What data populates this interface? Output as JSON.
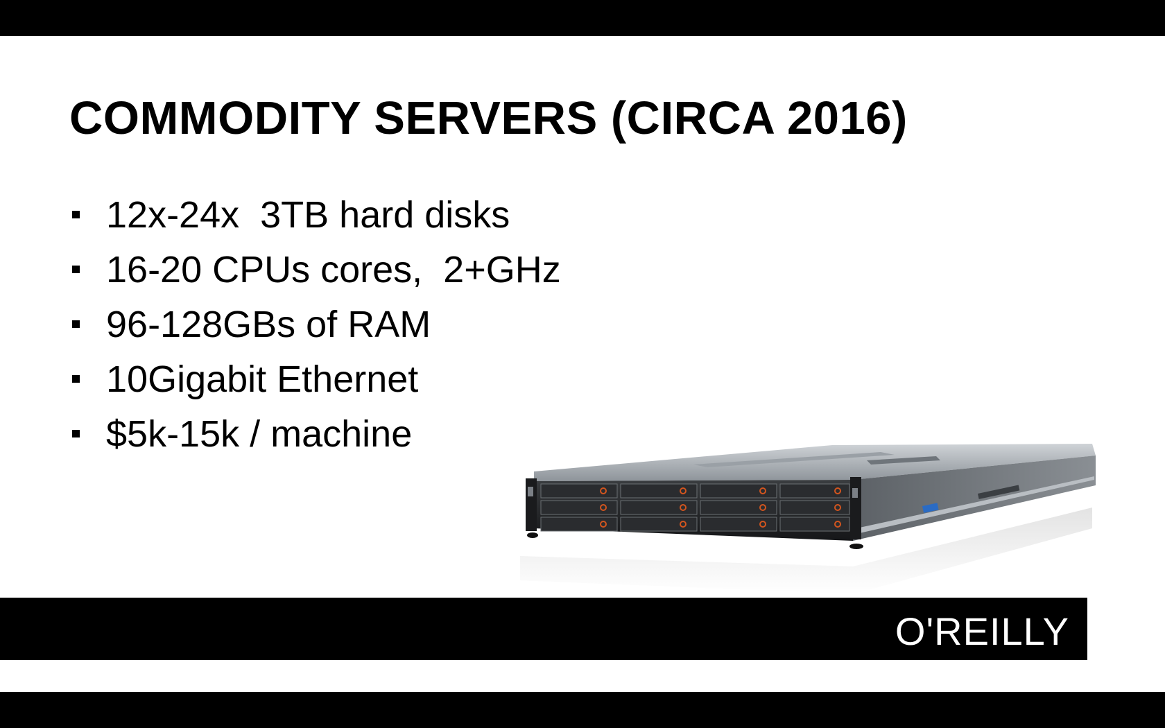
{
  "slide": {
    "title": "COMMODITY SERVERS (CIRCA 2016)",
    "bullets": [
      "12x-24x  3TB hard disks",
      "16-20 CPUs cores,  2+GHz",
      "96-128GBs of RAM",
      "10Gigabit Ethernet",
      "$5k-15k / machine"
    ],
    "image": {
      "icon": "rack-server-image"
    },
    "footer": {
      "logo": "O'REILLY",
      "color": "#000000"
    }
  }
}
